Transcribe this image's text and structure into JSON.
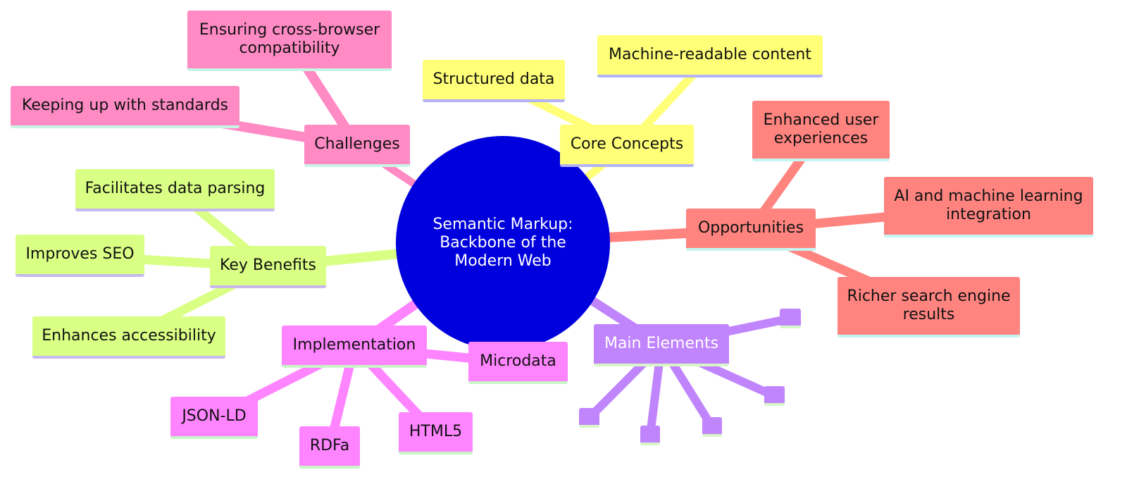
{
  "root": {
    "label": "Semantic Markup: Backbone of the Modern Web",
    "color": "#0000dd"
  },
  "branches": [
    {
      "key": "core",
      "label": "Core Concepts",
      "color": "#ffff78",
      "underline": "#b3b3f5",
      "children": [
        {
          "label": "Structured data"
        },
        {
          "label": "Machine-readable content"
        }
      ]
    },
    {
      "key": "challenges",
      "label": "Challenges",
      "color": "#ff8ac4",
      "underline": "#c6f5e4",
      "children": [
        {
          "label": "Ensuring cross-browser compatibility"
        },
        {
          "label": "Keeping up with standards"
        }
      ]
    },
    {
      "key": "opportunities",
      "label": "Opportunities",
      "color": "#ff8480",
      "underline": "#c4f5f2",
      "children": [
        {
          "label": "Enhanced user experiences"
        },
        {
          "label": "AI and machine learning integration"
        },
        {
          "label": "Richer search engine results"
        }
      ]
    },
    {
      "key": "benefits",
      "label": "Key Benefits",
      "color": "#d9ff84",
      "underline": "#c7b8ef",
      "children": [
        {
          "label": "Facilitates data parsing"
        },
        {
          "label": "Improves SEO"
        },
        {
          "label": "Enhances accessibility"
        }
      ]
    },
    {
      "key": "implementation",
      "label": "Implementation",
      "color": "#ff84ff",
      "underline": "#c8f5c8",
      "children": [
        {
          "label": "Microdata"
        },
        {
          "label": "JSON-LD"
        },
        {
          "label": "RDFa"
        },
        {
          "label": "HTML5"
        }
      ]
    },
    {
      "key": "elements",
      "label": "Main Elements",
      "color": "#c084fc",
      "underline": "#d8f5c8",
      "text_color": "#ffffff",
      "children": [
        {
          "label": ""
        },
        {
          "label": ""
        },
        {
          "label": ""
        },
        {
          "label": ""
        },
        {
          "label": ""
        },
        {
          "label": ""
        }
      ]
    }
  ]
}
